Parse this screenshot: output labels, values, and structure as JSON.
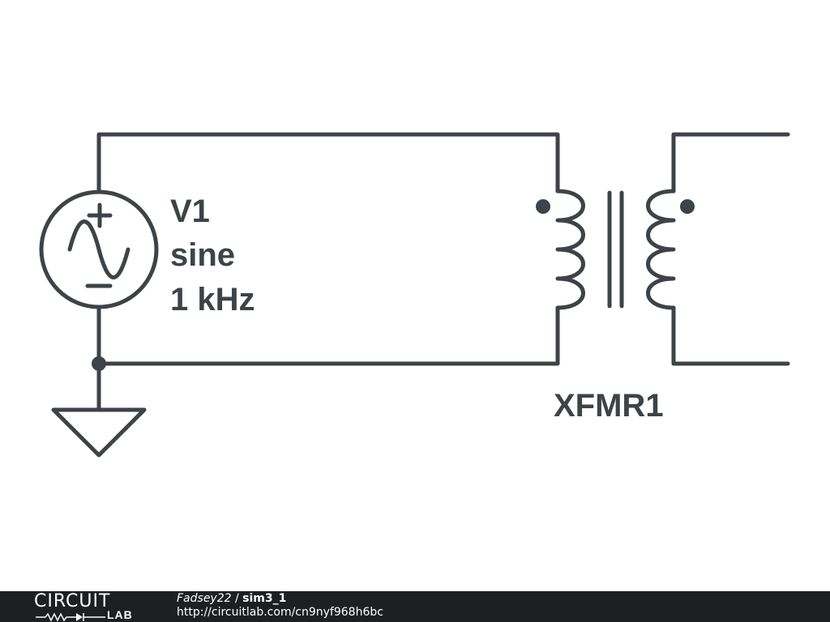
{
  "schematic": {
    "source": {
      "name": "V1",
      "type": "sine",
      "frequency": "1 kHz"
    },
    "transformer": {
      "name": "XFMR1"
    }
  },
  "footer": {
    "logo_top": "CIRCUIT",
    "logo_bottom": "LAB",
    "author": "Fadsey22",
    "separator": " / ",
    "title": "sim3_1",
    "url": "http://circuitlab.com/cn9nyf968h6bc"
  },
  "colors": {
    "wire": "#3d4347",
    "footer_bg": "#1e1f20",
    "footer_text": "#ffffff"
  }
}
